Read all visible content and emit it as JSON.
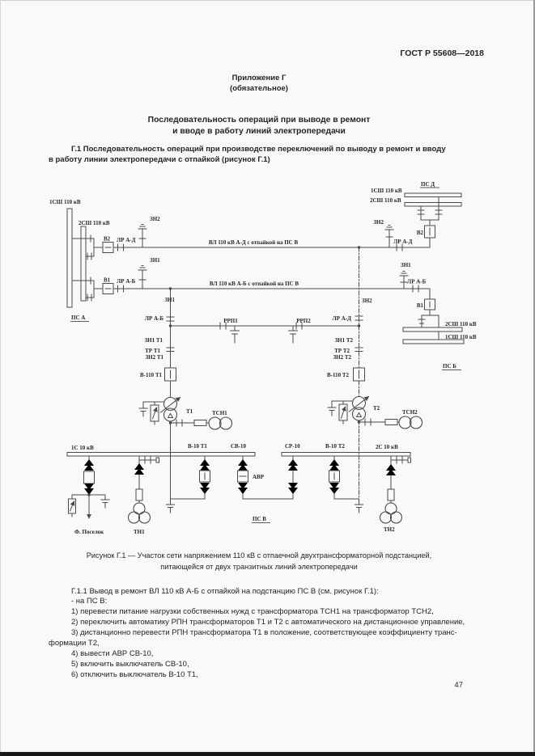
{
  "page": {
    "header": "ГОСТ Р 55608—2018",
    "page_number": "47"
  },
  "appendix": {
    "title": "Приложение Г",
    "subtitle": "(обязательное)"
  },
  "heading": {
    "line1": "Последовательность операций при выводе в ремонт",
    "line2": "и вводе в работу линий электропередачи"
  },
  "section_g1": {
    "line1": "Г.1 Последовательность операций при производстве переключений по выводу в ремонт и вводу",
    "line2": "в работу линии электропередачи с отпайкой (рисунок Г.1)"
  },
  "figure": {
    "caption_line1": "Рисунок Г.1 — Участок сети напряжением 110 кВ с отпаечной двухтрансформаторной подстанцией,",
    "caption_line2": "питающейся от двух транзитных линий электропередачи",
    "labels": {
      "sh1": "1СШ 110 кВ",
      "sh2": "2СШ 110 кВ",
      "v1": "В1",
      "v2": "В2",
      "lr_ad": "ЛР А-Д",
      "lr_ab": "ЛР А-Б",
      "zn1": "ЗН1",
      "zn2": "ЗН2",
      "ps_a": "ПС А",
      "ps_b": "ПС Б",
      "ps_v": "ПС В",
      "ps_d": "ПС Д",
      "line_ad": "ВЛ 110 кВ А-Д с отпайкой на ПС В",
      "line_ab": "ВЛ 110 кВ А-Б с отпайкой на ПС В",
      "rrp1": "РРП1",
      "rrp2": "РРП2",
      "zn1_t1": "ЗН1 Т1",
      "tr_t1": "ТР Т1",
      "zn2_t1": "ЗН2 Т1",
      "v110_t1": "В-110 Т1",
      "t1": "Т1",
      "tsn1": "ТСН1",
      "zn1_t2": "ЗН1 Т2",
      "tr_t2": "ТР Т2",
      "zn2_t2": "ЗН2 Т2",
      "v110_t2": "В-110 Т2",
      "t2": "Т2",
      "tsn2": "ТСН2",
      "bus1_10": "1С 10 кВ",
      "bus2_10": "2С 10 кВ",
      "v10_t1": "В-10 Т1",
      "sv10": "СВ-10",
      "sr10": "СР-10",
      "v10_t2": "В-10 Т2",
      "avr": "АВР",
      "feeder": "Ф. Поселок",
      "tn1": "ТН1",
      "tn2": "ТН2"
    }
  },
  "section_g11": {
    "lines": [
      "Г.1.1 Вывод в ремонт ВЛ 110 кВ А-Б с отпайкой на подстанцию ПС В (см. рисунок Г.1):",
      "- на ПС В:",
      "1) перевести питание нагрузки собственных нужд с трансформатора ТСН1 на трансформатор ТСН2,",
      "2) переключить автоматику РПН трансформаторов Т1 и Т2 с автоматического на дистанционное управление,",
      "3) дистанционно перевести РПН трансформатора Т1 в положение, соответствующее коэффициенту транс-",
      "формации Т2,",
      "4) вывести АВР СВ-10,",
      "5) включить выключатель СВ-10,",
      "6) отключить выключатель В-10 Т1,"
    ]
  }
}
